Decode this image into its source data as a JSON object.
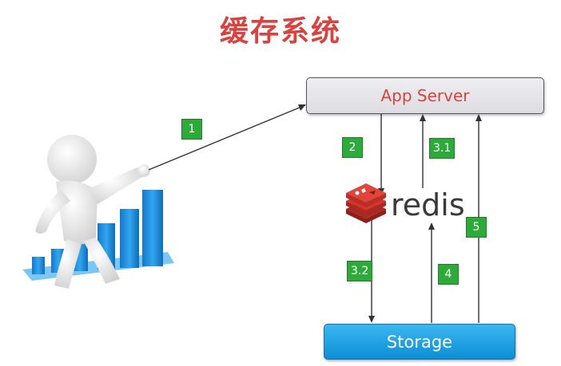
{
  "title": "缓存系统",
  "app_server": {
    "label": "App Server"
  },
  "storage": {
    "label": "Storage"
  },
  "redis": {
    "label": "redis"
  },
  "steps": {
    "s1": "1",
    "s2": "2",
    "s31": "3.1",
    "s32": "3.2",
    "s4": "4",
    "s5": "5"
  },
  "colors": {
    "title": "#d9433f",
    "app_server_text": "#d9433f",
    "storage_fill": "#1aa0e4",
    "step_badge": "#2eaa3b",
    "redis_logo": "#d6342c",
    "bars": "#1a8fe0"
  },
  "icons": [
    "figure-illustration",
    "bar-chart-illustration",
    "redis-logo-icon"
  ]
}
